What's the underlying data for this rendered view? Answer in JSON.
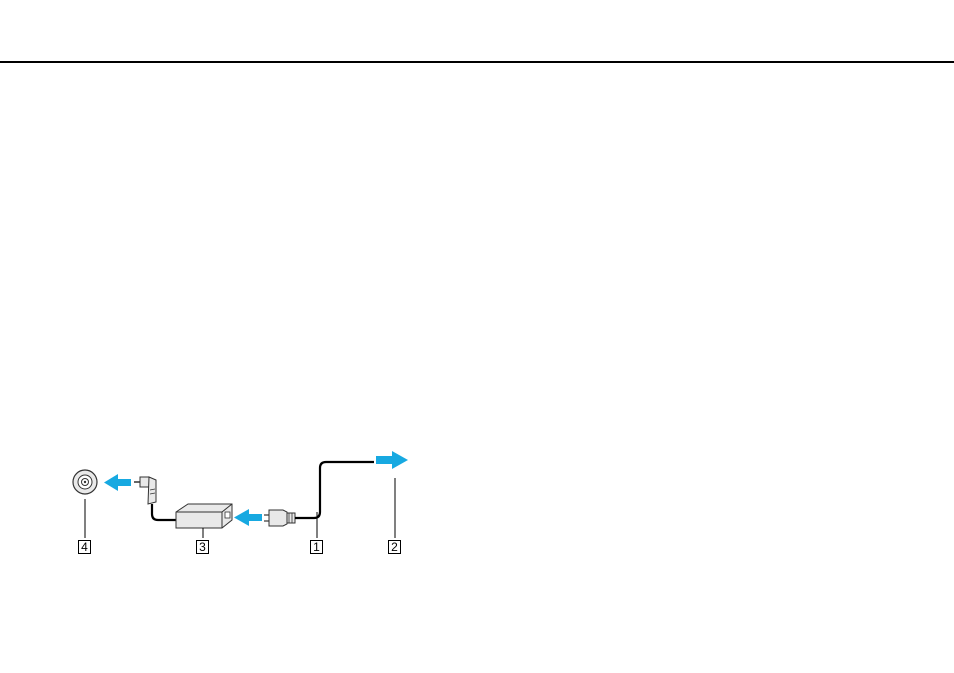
{
  "colors": {
    "arrow": "#17a9e1",
    "line": "#000000",
    "device_fill": "#e9e9e9",
    "device_stroke": "#333333"
  },
  "diagram": {
    "callouts": [
      "4",
      "3",
      "1",
      "2"
    ],
    "icons": [
      "dc-in-port-icon",
      "dc-plug-icon",
      "ac-adapter-icon",
      "power-cord-plug-icon",
      "ac-outlet-arrow-icon"
    ]
  }
}
